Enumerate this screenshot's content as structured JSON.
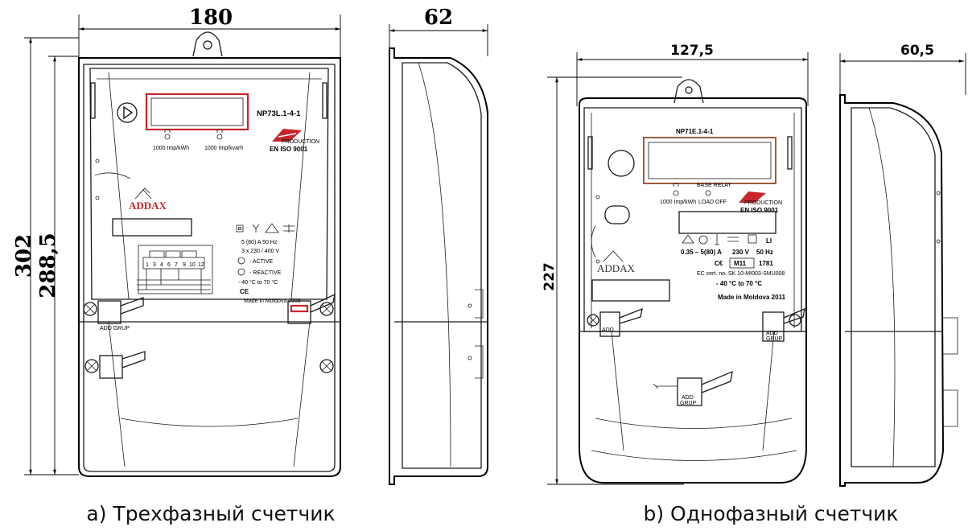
{
  "dimensions": {
    "a_width": "180",
    "a_depth": "62",
    "a_height_total": "302",
    "a_height_body": "288,5",
    "b_width": "127,5",
    "b_depth": "60,5",
    "b_height": "227"
  },
  "meter_a": {
    "model": "NP73L.1-4-1",
    "pulse_left": "1000 Imp/kWh",
    "pulse_right": "1000 Imp/kvarh",
    "cert": "EN ISO 9001",
    "production": "PRODUCTION",
    "brand": "ADDAX",
    "spec_line1": "5 (80) A    50 Hz",
    "spec_line2": "3  x  230 / 400  V",
    "spec_active": "-  ACTIVE",
    "spec_reactive": "-  REACTIVE",
    "spec_temp": "- 40 °C  to  70 °C",
    "ce": "CE",
    "made_in": "Made in Moldova 2009",
    "terminals": [
      "1",
      "3",
      "4",
      "6",
      "7",
      "9",
      "10",
      "12"
    ],
    "seal_label": "ADD GRUP"
  },
  "meter_b": {
    "model": "NP71E.1-4-1",
    "pulse": "1000 Imp/kWh",
    "relay_label": "BASE RELAY",
    "load_off": "LOAD OFF",
    "production": "PRODUCTION",
    "cert": "EN ISO 9001",
    "brand": "ADDAX",
    "spec_current": "0.35 – 5(80) A",
    "spec_voltage": "230 V",
    "spec_freq": "50 Hz",
    "mark": "M11",
    "mark_num": "1781",
    "ec_cert": "EC cert. no. SK 10-MI003-SMU008",
    "spec_temp": "- 40 °C to 70 °C",
    "made_in": "Made in Moldova 2011",
    "class": "LI",
    "seal_label_top": "ADD",
    "seal_label_bottom": "GRUP"
  },
  "captions": {
    "a": "a) Трехфазный счетчик",
    "b": "b) Однофазный счетчик"
  }
}
